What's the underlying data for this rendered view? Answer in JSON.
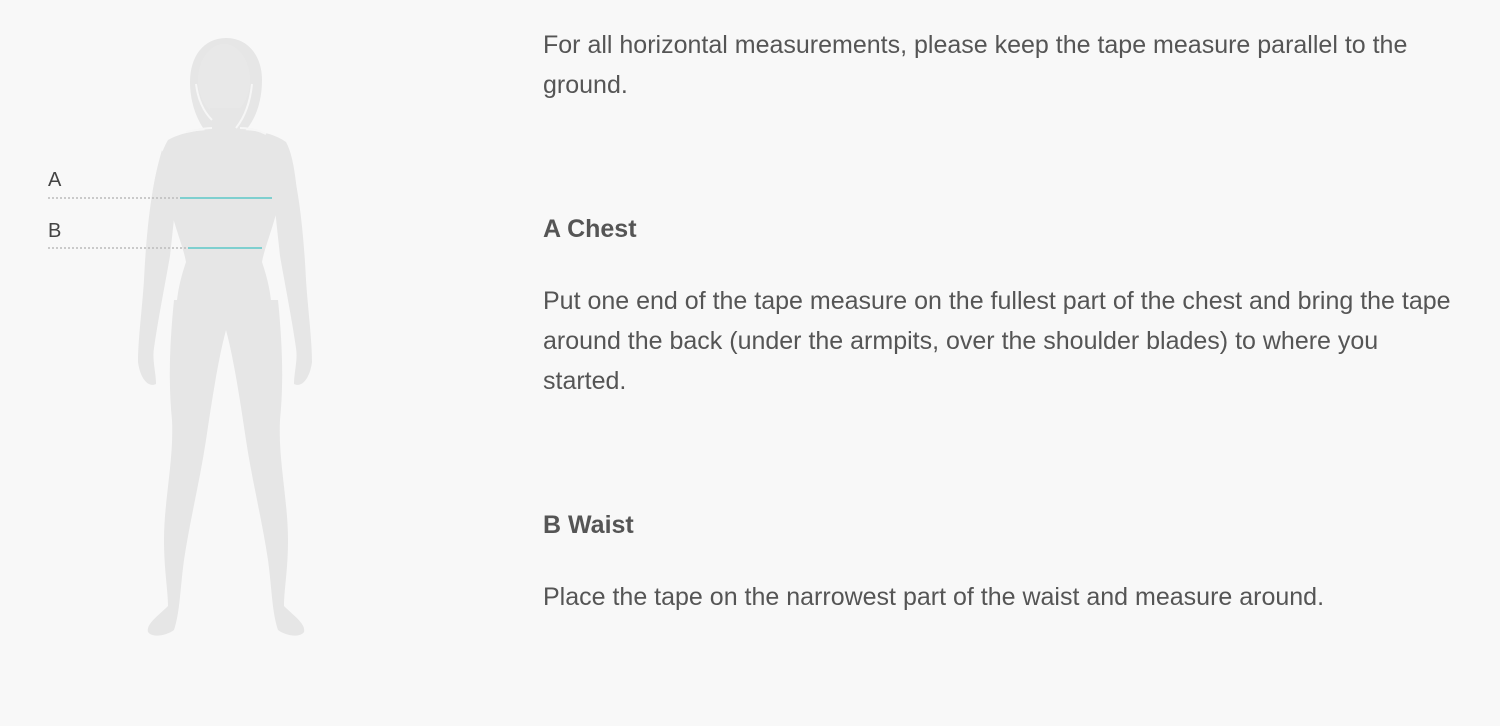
{
  "figure": {
    "markers": [
      {
        "label": "A"
      },
      {
        "label": "B"
      }
    ],
    "colors": {
      "silhouette": "#e6e6e6",
      "outline": "#f4f4f4",
      "measure_line": "#7ecfcf",
      "guide_line": "#bbbbbb"
    }
  },
  "intro": "For all horizontal measurements, please keep the tape measure parallel to the ground.",
  "sections": [
    {
      "title": "A Chest",
      "text": "Put one end of the tape measure on the fullest part of the chest and bring the tape around the back (under the armpits, over the shoulder blades) to where you started."
    },
    {
      "title": "B Waist",
      "text": "Place the tape on the narrowest part of the waist and measure around."
    }
  ]
}
